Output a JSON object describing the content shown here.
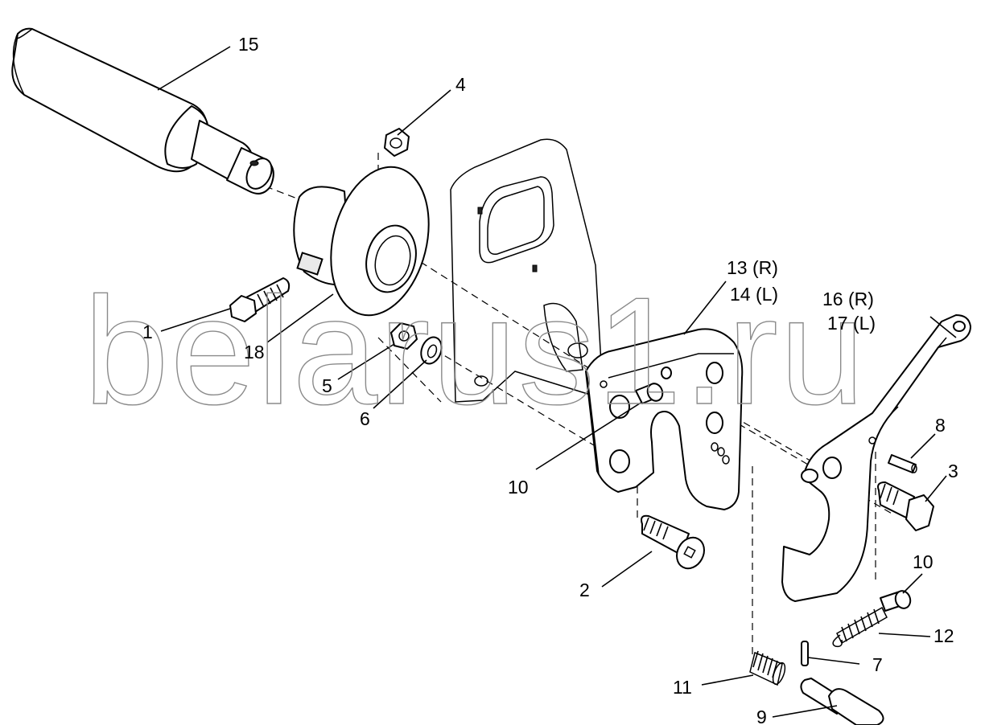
{
  "watermark": "belarus1.ru",
  "callouts": {
    "c1": "1",
    "c2": "2",
    "c3": "3",
    "c4": "4",
    "c5": "5",
    "c6": "6",
    "c7": "7",
    "c8": "8",
    "c9": "9",
    "c10a": "10",
    "c10b": "10",
    "c11": "11",
    "c12": "12",
    "c13": "13 (R)",
    "c14": "14 (L)",
    "c15": "15",
    "c16": "16 (R)",
    "c17": "17 (L)",
    "c18": "18"
  }
}
